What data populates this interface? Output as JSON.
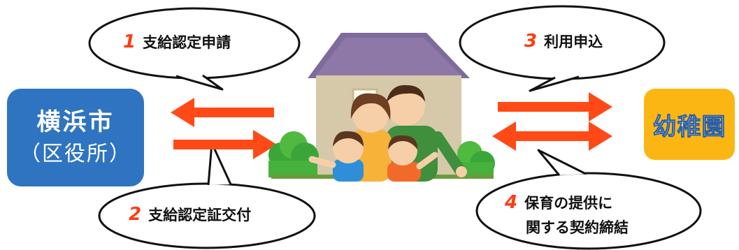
{
  "nodes": {
    "city": {
      "line1": "横浜市",
      "line2": "（区役所）"
    },
    "kindergarten": {
      "label": "幼稚園"
    }
  },
  "steps": [
    {
      "number": "1",
      "label": "支給認定申請"
    },
    {
      "number": "2",
      "label": "支給認定証交付"
    },
    {
      "number": "3",
      "label": "利用申込"
    },
    {
      "number": "4",
      "line1": "保育の提供に",
      "line2": "関する契約締結"
    }
  ],
  "colors": {
    "arrow": "#ff4a17",
    "city_box": "#2f74c0",
    "kindergarten_box": "#fcb614",
    "step_number": "#ff3b12"
  },
  "icons": [
    "house-illustration",
    "family-illustration",
    "tree-illustration"
  ]
}
